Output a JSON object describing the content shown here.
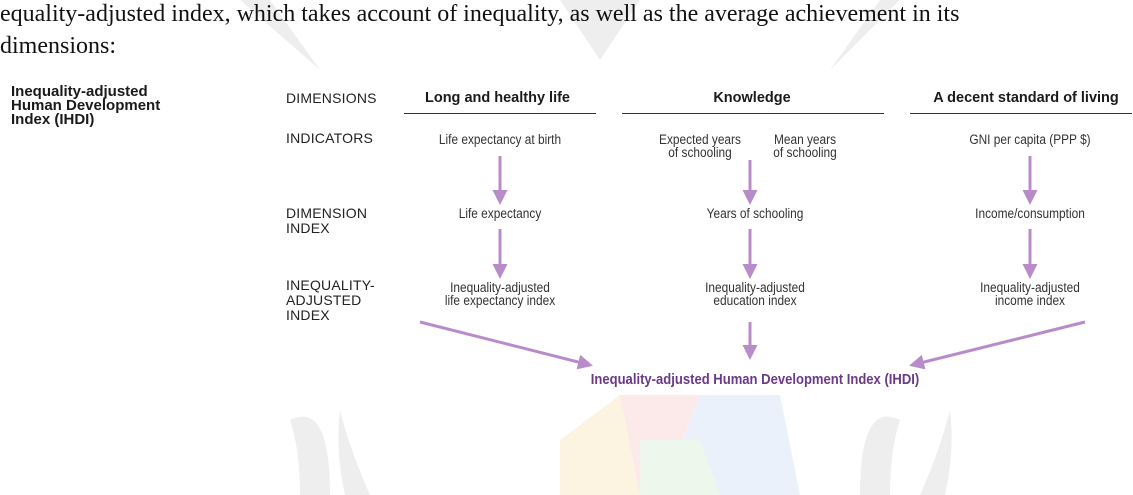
{
  "intro_text": "equality-adjusted index, which takes account of inequality, as well as the average achievement in its",
  "intro_text2": "dimensions:",
  "side_title_lines": [
    "Inequality-adjusted",
    "Human Development",
    "Index (IHDI)"
  ],
  "row_labels": {
    "dimensions": [
      "DIMENSIONS"
    ],
    "indicators": [
      "INDICATORS"
    ],
    "dimension_index": [
      "DIMENSION",
      "INDEX"
    ],
    "inequality_adjusted_index": [
      "INEQUALITY-",
      "ADJUSTED",
      "INDEX"
    ]
  },
  "dimensions": {
    "health": {
      "title": "Long and healthy life",
      "indicator": [
        "Life expectancy at birth"
      ],
      "dimension_index": "Life expectancy",
      "adjusted_index": [
        "Inequality-adjusted",
        "life expectancy index"
      ]
    },
    "knowledge": {
      "title": "Knowledge",
      "indicator_a": [
        "Expected years",
        "of schooling"
      ],
      "indicator_b": [
        "Mean years",
        "of schooling"
      ],
      "dimension_index": "Years of schooling",
      "adjusted_index": [
        "Inequality-adjusted",
        "education index"
      ]
    },
    "living": {
      "title": "A decent standard of living",
      "indicator": [
        "GNI per capita (PPP $)"
      ],
      "dimension_index": "Income/consumption",
      "adjusted_index": [
        "Inequality-adjusted",
        "income index"
      ]
    }
  },
  "final_index": "Inequality-adjusted Human Development Index (IHDI)",
  "colors": {
    "arrow": "#b88cc9",
    "final": "#6b3a86",
    "watermark": "#c9c9c9"
  }
}
